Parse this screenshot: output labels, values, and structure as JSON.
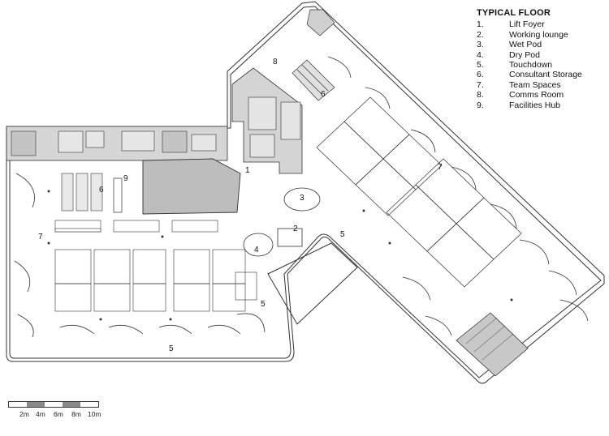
{
  "legend": {
    "title": "TYPICAL FLOOR",
    "items": [
      {
        "num": "1.",
        "label": "Lift Foyer"
      },
      {
        "num": "2.",
        "label": "Working lounge"
      },
      {
        "num": "3.",
        "label": "Wet Pod"
      },
      {
        "num": "4.",
        "label": "Dry Pod"
      },
      {
        "num": "5.",
        "label": "Touchdown"
      },
      {
        "num": "6.",
        "label": "Consultant Storage"
      },
      {
        "num": "7.",
        "label": "Team Spaces"
      },
      {
        "num": "8.",
        "label": "Comms Room"
      },
      {
        "num": "9.",
        "label": "Facilities Hub"
      }
    ]
  },
  "callouts": {
    "c1": "1",
    "c2": "2",
    "c3": "3",
    "c4": "4",
    "c5a": "5",
    "c5b": "5",
    "c5c": "5",
    "c6a": "6",
    "c6b": "6",
    "c7a": "7",
    "c7b": "7",
    "c8": "8",
    "c9": "9"
  },
  "scale": {
    "labels": [
      "2m",
      "4m",
      "6m",
      "8m",
      "10m"
    ]
  },
  "colors": {
    "line": "#333333",
    "core_fill": "#d4d4d4",
    "shaded_fill": "#bdbdbd"
  }
}
